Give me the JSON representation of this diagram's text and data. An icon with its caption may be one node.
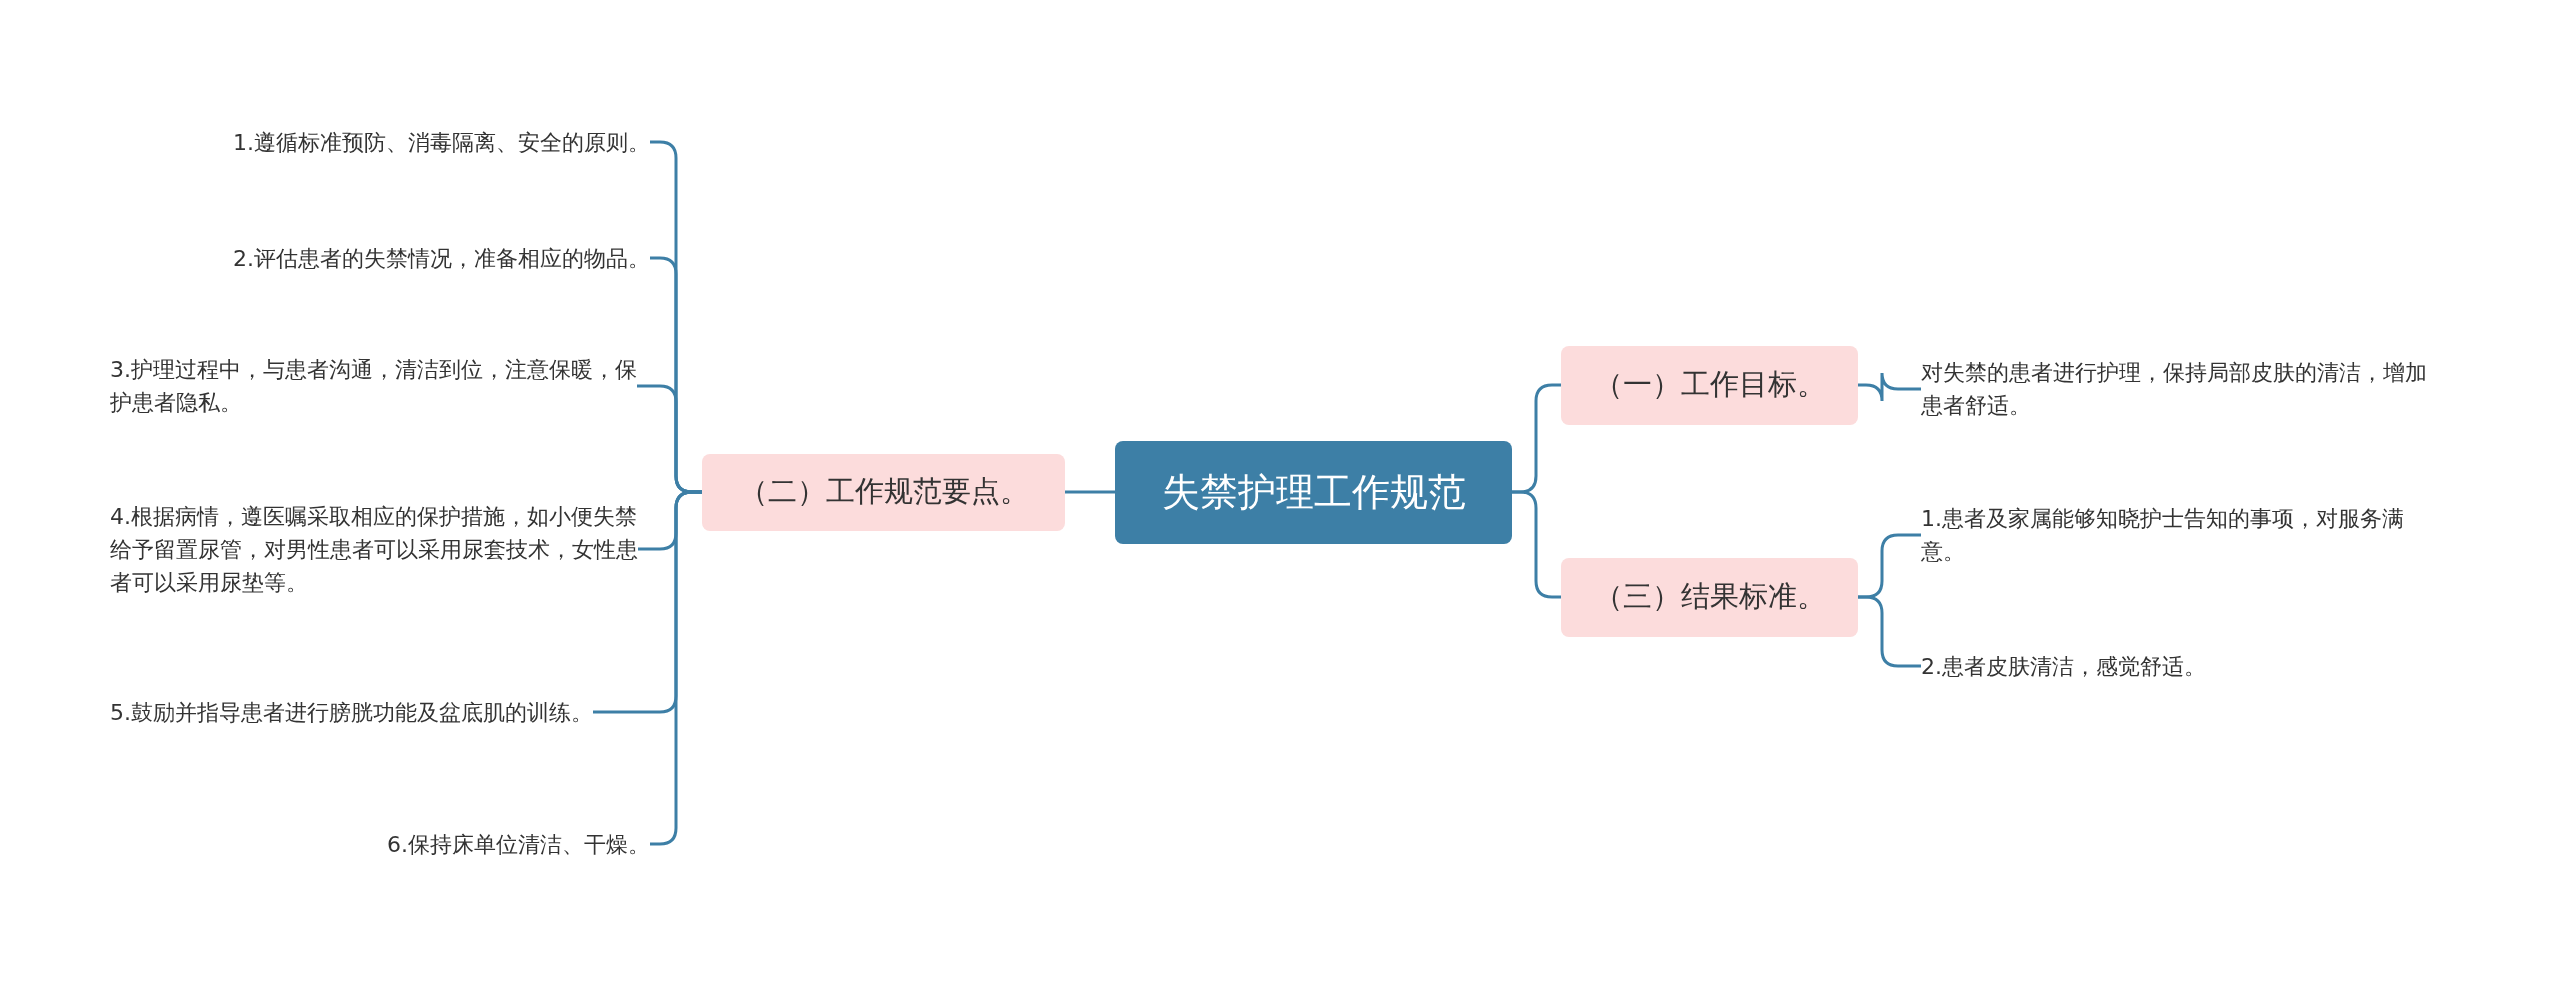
{
  "diagram": {
    "nodes": [
      {
        "text": [
          "失禁护理工作规范"
        ]
      },
      {
        "text": [
          "（二）工作规范要点。"
        ]
      },
      {
        "text": [
          "1.遵循标准预防、消毒隔离、安全的原则。"
        ]
      },
      {
        "text": [
          "2.评估患者的失禁情况，准备相应的物品。"
        ]
      },
      {
        "text": [
          "3.护理过程中，与患者沟通，清洁到位，注意保暖，保护患者隐私。"
        ]
      },
      {
        "text": [
          "4.根据病情，遵医嘱采取相应的保护措施，如小便失禁给予留置尿管，对男性患者可以采用尿套技术，女性患者可以采用尿垫等。"
        ]
      },
      {
        "text": [
          "5.鼓励并指导患者进行膀胱功能及盆底肌的训练。"
        ]
      },
      {
        "text": [
          "6.保持床单位清洁、干燥。"
        ]
      },
      {
        "text": [
          "（一）工作目标。"
        ]
      },
      {
        "text": [
          "对失禁的患者进行护理，保持局部皮肤的清洁，增加患者舒适。"
        ]
      },
      {
        "text": [
          "（三）结果标准。"
        ]
      },
      {
        "text": [
          "1.患者及家属能够知晓护士告知的事项，对服务满意。"
        ]
      },
      {
        "text": [
          "2.患者皮肤清洁，感觉舒适。"
        ]
      }
    ],
    "edges": [
      {
        "from": 0,
        "to": 1,
        "arrow": "none"
      },
      {
        "from": 1,
        "to": 2,
        "arrow": "none"
      },
      {
        "from": 1,
        "to": 3,
        "arrow": "none"
      },
      {
        "from": 1,
        "to": 4,
        "arrow": "none"
      },
      {
        "from": 1,
        "to": 5,
        "arrow": "none"
      },
      {
        "from": 1,
        "to": 6,
        "arrow": "none"
      },
      {
        "from": 1,
        "to": 7,
        "arrow": "none"
      },
      {
        "from": 0,
        "to": 8,
        "arrow": "none"
      },
      {
        "from": 8,
        "to": 9,
        "arrow": "none"
      },
      {
        "from": 0,
        "to": 10,
        "arrow": "none"
      },
      {
        "from": 10,
        "to": 11,
        "arrow": "none"
      },
      {
        "from": 10,
        "to": 12,
        "arrow": "none"
      }
    ]
  }
}
